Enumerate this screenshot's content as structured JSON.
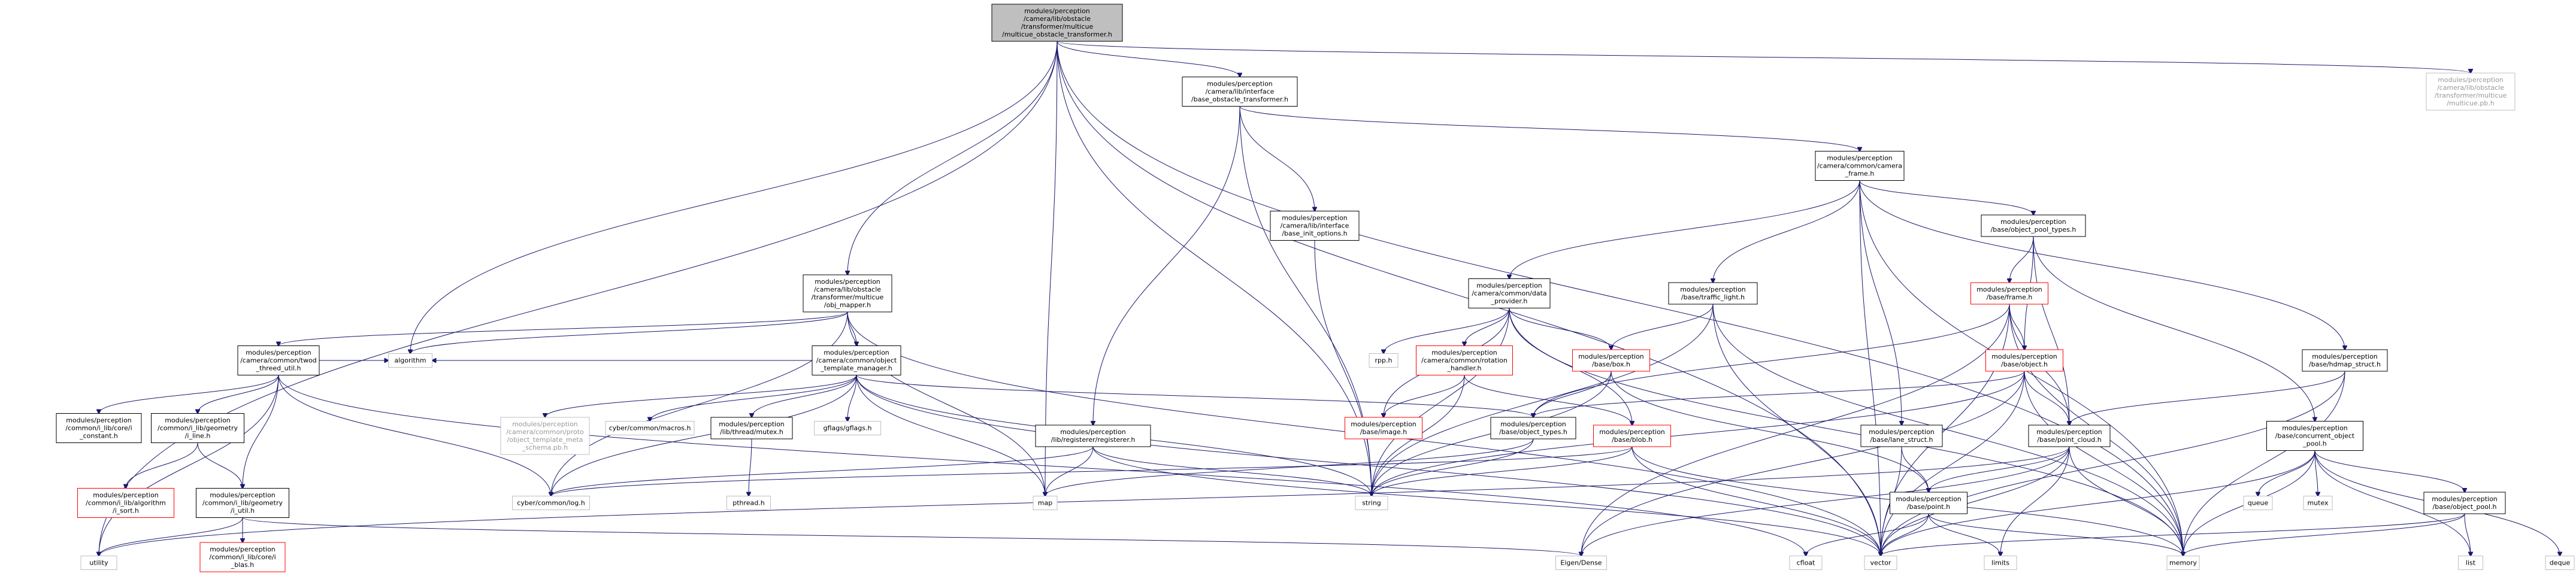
{
  "colors": {
    "edge": "#191970",
    "root_fill": "#bfbfbf",
    "missing_border": "#ff0000",
    "external_border": "#bfbfbf"
  },
  "nodes": {
    "root": {
      "lines": [
        "modules/perception",
        "/camera/lib/obstacle",
        "/transformer/multicue",
        "/multicue_obstacle_transformer.h"
      ],
      "kind": "root"
    },
    "multicue_pb": {
      "lines": [
        "modules/perception",
        "/camera/lib/obstacle",
        "/transformer/multicue",
        "/multicue.pb.h"
      ],
      "kind": "external"
    },
    "base_obstacle_transformer": {
      "lines": [
        "modules/perception",
        "/camera/lib/interface",
        "/base_obstacle_transformer.h"
      ],
      "kind": "normal"
    },
    "camera_frame": {
      "lines": [
        "modules/perception",
        "/camera/common/camera",
        "_frame.h"
      ],
      "kind": "normal"
    },
    "base_init_options": {
      "lines": [
        "modules/perception",
        "/camera/lib/interface",
        "/base_init_options.h"
      ],
      "kind": "normal"
    },
    "object_pool_types": {
      "lines": [
        "modules/perception",
        "/base/object_pool_types.h"
      ],
      "kind": "normal"
    },
    "obj_mapper": {
      "lines": [
        "modules/perception",
        "/camera/lib/obstacle",
        "/transformer/multicue",
        "/obj_mapper.h"
      ],
      "kind": "normal"
    },
    "data_provider": {
      "lines": [
        "modules/perception",
        "/camera/common/data",
        "_provider.h"
      ],
      "kind": "normal"
    },
    "traffic_light": {
      "lines": [
        "modules/perception",
        "/base/traffic_light.h"
      ],
      "kind": "normal"
    },
    "base_frame": {
      "lines": [
        "modules/perception",
        "/base/frame.h"
      ],
      "kind": "missing"
    },
    "hdmap_struct": {
      "lines": [
        "modules/perception",
        "/base/hdmap_struct.h"
      ],
      "kind": "normal"
    },
    "twod_threed_util": {
      "lines": [
        "modules/perception",
        "/camera/common/twod",
        "_threed_util.h"
      ],
      "kind": "normal"
    },
    "object_template_manager": {
      "lines": [
        "modules/perception",
        "/camera/common/object",
        "_template_manager.h"
      ],
      "kind": "normal"
    },
    "rotation_handler": {
      "lines": [
        "modules/perception",
        "/camera/common/rotation",
        "_handler.h"
      ],
      "kind": "missing"
    },
    "base_box": {
      "lines": [
        "modules/perception",
        "/base/box.h"
      ],
      "kind": "missing"
    },
    "base_object": {
      "lines": [
        "modules/perception",
        "/base/object.h"
      ],
      "kind": "missing"
    },
    "i_constant": {
      "lines": [
        "modules/perception",
        "/common/i_lib/core/i",
        "_constant.h"
      ],
      "kind": "normal"
    },
    "i_line": {
      "lines": [
        "modules/perception",
        "/common/i_lib/geometry",
        "/i_line.h"
      ],
      "kind": "normal"
    },
    "proto_meta": {
      "lines": [
        "modules/perception",
        "/camera/common/proto",
        "/object_template_meta",
        "_schema.pb.h"
      ],
      "kind": "external"
    },
    "cyber_macros": {
      "lines": [
        "cyber/common/macros.h"
      ],
      "kind": "external"
    },
    "thread_mutex": {
      "lines": [
        "modules/perception",
        "/lib/thread/mutex.h"
      ],
      "kind": "normal"
    },
    "gflags": {
      "lines": [
        "gflags/gflags.h"
      ],
      "kind": "external"
    },
    "registerer": {
      "lines": [
        "modules/perception",
        "/lib/registerer/registerer.h"
      ],
      "kind": "normal"
    },
    "base_image": {
      "lines": [
        "modules/perception",
        "/base/image.h"
      ],
      "kind": "missing"
    },
    "object_types": {
      "lines": [
        "modules/perception",
        "/base/object_types.h"
      ],
      "kind": "normal"
    },
    "blob": {
      "lines": [
        "modules/perception",
        "/base/blob.h"
      ],
      "kind": "missing"
    },
    "lane_struct": {
      "lines": [
        "modules/perception",
        "/base/lane_struct.h"
      ],
      "kind": "normal"
    },
    "point_cloud": {
      "lines": [
        "modules/perception",
        "/base/point_cloud.h"
      ],
      "kind": "normal"
    },
    "concurrent_object_pool": {
      "lines": [
        "modules/perception",
        "/base/concurrent_object",
        "_pool.h"
      ],
      "kind": "normal"
    },
    "object_pool": {
      "lines": [
        "modules/perception",
        "/base/object_pool.h"
      ],
      "kind": "normal"
    },
    "i_sort": {
      "lines": [
        "modules/perception",
        "/common/i_lib/algorithm",
        "/i_sort.h"
      ],
      "kind": "missing"
    },
    "i_util": {
      "lines": [
        "modules/perception",
        "/common/i_lib/geometry",
        "/i_util.h"
      ],
      "kind": "normal"
    },
    "i_blas": {
      "lines": [
        "modules/perception",
        "/common/i_lib/core/i",
        "_blas.h"
      ],
      "kind": "missing"
    },
    "base_point": {
      "lines": [
        "modules/perception",
        "/base/point.h"
      ],
      "kind": "normal"
    },
    "rpp": {
      "lines": [
        "rpp.h"
      ],
      "kind": "external"
    },
    "algorithm": {
      "lines": [
        "algorithm"
      ],
      "kind": "external"
    },
    "cyber_log": {
      "lines": [
        "cyber/common/log.h"
      ],
      "kind": "external"
    },
    "pthread": {
      "lines": [
        "pthread.h"
      ],
      "kind": "external"
    },
    "map": {
      "lines": [
        "map"
      ],
      "kind": "external"
    },
    "string": {
      "lines": [
        "string"
      ],
      "kind": "external"
    },
    "utility": {
      "lines": [
        "utility"
      ],
      "kind": "external"
    },
    "eigen": {
      "lines": [
        "Eigen/Dense"
      ],
      "kind": "external"
    },
    "cfloat": {
      "lines": [
        "cfloat"
      ],
      "kind": "external"
    },
    "vector": {
      "lines": [
        "vector"
      ],
      "kind": "external"
    },
    "limits": {
      "lines": [
        "limits"
      ],
      "kind": "external"
    },
    "memory": {
      "lines": [
        "memory"
      ],
      "kind": "external"
    },
    "queue": {
      "lines": [
        "queue"
      ],
      "kind": "external"
    },
    "mutex": {
      "lines": [
        "mutex"
      ],
      "kind": "external"
    },
    "list": {
      "lines": [
        "list"
      ],
      "kind": "external"
    },
    "deque": {
      "lines": [
        "deque"
      ],
      "kind": "external"
    }
  },
  "edges": [
    [
      "root",
      "base_obstacle_transformer"
    ],
    [
      "root",
      "multicue_pb"
    ],
    [
      "root",
      "obj_mapper"
    ],
    [
      "root",
      "algorithm"
    ],
    [
      "root",
      "map"
    ],
    [
      "root",
      "string"
    ],
    [
      "root",
      "utility"
    ],
    [
      "root",
      "vector"
    ],
    [
      "root",
      "memory"
    ],
    [
      "base_obstacle_transformer",
      "camera_frame"
    ],
    [
      "base_obstacle_transformer",
      "base_init_options"
    ],
    [
      "base_obstacle_transformer",
      "registerer"
    ],
    [
      "base_obstacle_transformer",
      "string"
    ],
    [
      "camera_frame",
      "data_provider"
    ],
    [
      "camera_frame",
      "traffic_light"
    ],
    [
      "camera_frame",
      "object_pool_types"
    ],
    [
      "camera_frame",
      "hdmap_struct"
    ],
    [
      "camera_frame",
      "lane_struct"
    ],
    [
      "camera_frame",
      "vector"
    ],
    [
      "camera_frame",
      "memory"
    ],
    [
      "base_init_options",
      "string"
    ],
    [
      "object_pool_types",
      "base_frame"
    ],
    [
      "object_pool_types",
      "base_object"
    ],
    [
      "object_pool_types",
      "point_cloud"
    ],
    [
      "object_pool_types",
      "concurrent_object_pool"
    ],
    [
      "obj_mapper",
      "twod_threed_util"
    ],
    [
      "obj_mapper",
      "object_template_manager"
    ],
    [
      "obj_mapper",
      "algorithm"
    ],
    [
      "obj_mapper",
      "map"
    ],
    [
      "obj_mapper",
      "cyber_log"
    ],
    [
      "obj_mapper",
      "vector"
    ],
    [
      "data_provider",
      "rpp"
    ],
    [
      "data_provider",
      "rotation_handler"
    ],
    [
      "data_provider",
      "base_box"
    ],
    [
      "data_provider",
      "base_image"
    ],
    [
      "data_provider",
      "blob"
    ],
    [
      "data_provider",
      "string"
    ],
    [
      "data_provider",
      "memory"
    ],
    [
      "traffic_light",
      "base_box"
    ],
    [
      "traffic_light",
      "string"
    ],
    [
      "traffic_light",
      "vector"
    ],
    [
      "traffic_light",
      "memory"
    ],
    [
      "base_frame",
      "base_object"
    ],
    [
      "base_frame",
      "object_types"
    ],
    [
      "base_frame",
      "point_cloud"
    ],
    [
      "base_frame",
      "eigen"
    ],
    [
      "base_frame",
      "memory"
    ],
    [
      "base_frame",
      "vector"
    ],
    [
      "hdmap_struct",
      "point_cloud"
    ],
    [
      "hdmap_struct",
      "vector"
    ],
    [
      "hdmap_struct",
      "memory"
    ],
    [
      "twod_threed_util",
      "i_constant"
    ],
    [
      "twod_threed_util",
      "i_line"
    ],
    [
      "twod_threed_util",
      "i_util"
    ],
    [
      "twod_threed_util",
      "algorithm"
    ],
    [
      "twod_threed_util",
      "cyber_log"
    ],
    [
      "twod_threed_util",
      "utility"
    ],
    [
      "twod_threed_util",
      "cfloat"
    ],
    [
      "object_template_manager",
      "proto_meta"
    ],
    [
      "object_template_manager",
      "cyber_macros"
    ],
    [
      "object_template_manager",
      "thread_mutex"
    ],
    [
      "object_template_manager",
      "gflags"
    ],
    [
      "object_template_manager",
      "object_types"
    ],
    [
      "object_template_manager",
      "algorithm"
    ],
    [
      "object_template_manager",
      "cyber_log"
    ],
    [
      "object_template_manager",
      "map"
    ],
    [
      "object_template_manager",
      "string"
    ],
    [
      "object_template_manager",
      "vector"
    ],
    [
      "rotation_handler",
      "base_image"
    ],
    [
      "rotation_handler",
      "blob"
    ],
    [
      "rotation_handler",
      "string"
    ],
    [
      "base_box",
      "object_types"
    ],
    [
      "base_box",
      "base_point"
    ],
    [
      "base_box",
      "string"
    ],
    [
      "base_object",
      "object_types"
    ],
    [
      "base_object",
      "point_cloud"
    ],
    [
      "base_object",
      "vector"
    ],
    [
      "base_object",
      "string"
    ],
    [
      "base_object",
      "eigen"
    ],
    [
      "base_object",
      "memory"
    ],
    [
      "i_line",
      "i_sort"
    ],
    [
      "i_line",
      "i_util"
    ],
    [
      "thread_mutex",
      "pthread"
    ],
    [
      "registerer",
      "cyber_log"
    ],
    [
      "registerer",
      "map"
    ],
    [
      "registerer",
      "string"
    ],
    [
      "registerer",
      "vector"
    ],
    [
      "object_types",
      "map"
    ],
    [
      "object_types",
      "string"
    ],
    [
      "blob",
      "cyber_log"
    ],
    [
      "blob",
      "string"
    ],
    [
      "blob",
      "vector"
    ],
    [
      "blob",
      "memory"
    ],
    [
      "lane_struct",
      "base_point"
    ],
    [
      "lane_struct",
      "vector"
    ],
    [
      "point_cloud",
      "base_point"
    ],
    [
      "point_cloud",
      "vector"
    ],
    [
      "point_cloud",
      "memory"
    ],
    [
      "point_cloud",
      "limits"
    ],
    [
      "point_cloud",
      "utility"
    ],
    [
      "point_cloud",
      "eigen"
    ],
    [
      "concurrent_object_pool",
      "object_pool"
    ],
    [
      "concurrent_object_pool",
      "queue"
    ],
    [
      "concurrent_object_pool",
      "mutex"
    ],
    [
      "concurrent_object_pool",
      "list"
    ],
    [
      "concurrent_object_pool",
      "deque"
    ],
    [
      "concurrent_object_pool",
      "vector"
    ],
    [
      "concurrent_object_pool",
      "memory"
    ],
    [
      "object_pool",
      "list"
    ],
    [
      "object_pool",
      "memory"
    ],
    [
      "object_pool",
      "vector"
    ],
    [
      "i_util",
      "i_blas"
    ],
    [
      "i_util",
      "utility"
    ],
    [
      "i_util",
      "eigen"
    ],
    [
      "base_point",
      "cfloat"
    ],
    [
      "base_point",
      "limits"
    ],
    [
      "base_point",
      "vector"
    ],
    [
      "base_point",
      "memory"
    ]
  ]
}
